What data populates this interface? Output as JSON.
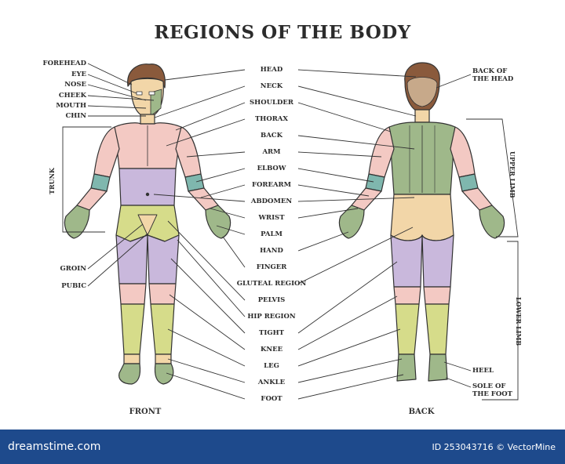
{
  "title": "REGIONS OF THE BODY",
  "front_left_labels": [
    "FOREHEAD",
    "EYE",
    "NOSE",
    "CHEEK",
    "MOUTH",
    "CHIN"
  ],
  "trunk_label": "TRUNK",
  "groin_label": "GROIN",
  "pubic_label": "PUBIC",
  "center_labels": [
    "HEAD",
    "NECK",
    "SHOULDER",
    "THORAX",
    "BACK",
    "ARM",
    "ELBOW",
    "FOREARM",
    "ABDOMEN",
    "WRIST",
    "PALM",
    "HAND",
    "FINGER",
    "GLUTEAL REGION",
    "PELVIS",
    "HIP REGION",
    "TIGHT",
    "KNEE",
    "LEG",
    "ANKLE",
    "FOOT"
  ],
  "back_of_head_label": "BACK OF\nTHE HEAD",
  "upper_limb_label": "UPPER LIMB",
  "lower_limb_label": "LOWER LIMB",
  "heel_label": "HEEL",
  "sole_label": "SOLE OF\nTHE FOOT",
  "front_caption": "FRONT",
  "back_caption": "BACK",
  "footer": {
    "brand": "dreamstime.com",
    "credit": "ID 253043716 © VectorMine"
  },
  "colors": {
    "pink": "#f3c9c3",
    "lavender": "#c9b8dc",
    "green": "#9fb88a",
    "yellow": "#d6dc8a",
    "tan": "#f2d6a8",
    "teal": "#7fb7ae",
    "footer": "#1e4a8c"
  }
}
